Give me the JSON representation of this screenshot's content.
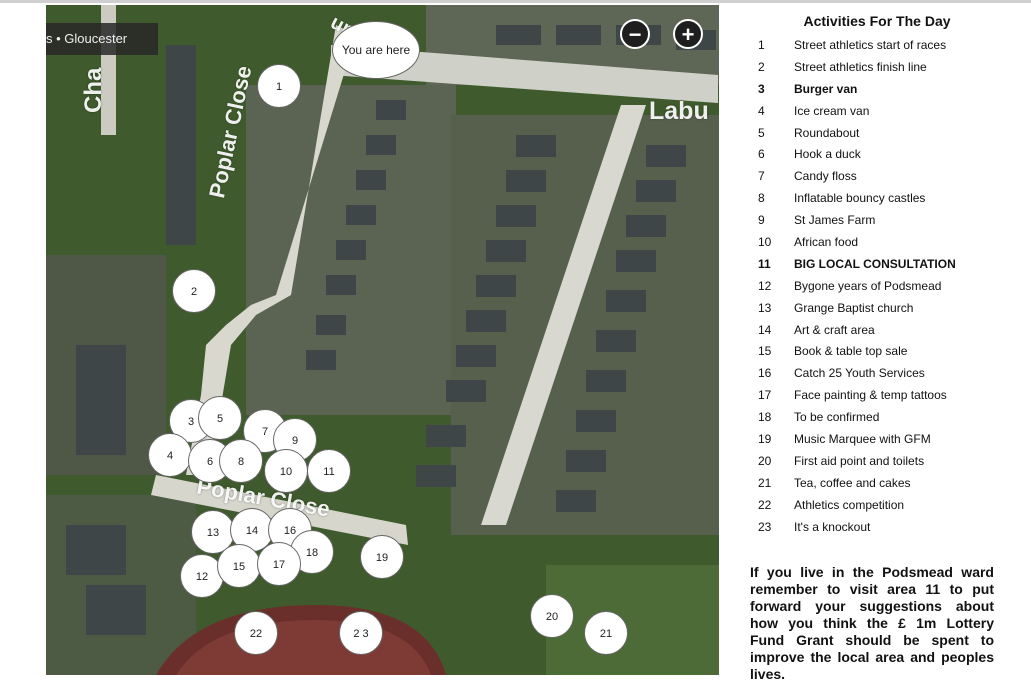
{
  "map": {
    "location_label": "s • Gloucester",
    "zoom_out_label": "−",
    "zoom_in_label": "+",
    "you_are_here": "You are here",
    "street_labels": [
      {
        "text": "Poplar Close",
        "name": "street-label-poplar-close-vertical"
      },
      {
        "text": "Poplar Close",
        "name": "street-label-poplar-close-horizontal"
      },
      {
        "text": "Labu",
        "name": "street-label-labu"
      },
      {
        "text": "Cha",
        "name": "street-label-cha"
      },
      {
        "text": "um",
        "name": "street-label-um"
      }
    ],
    "markers": [
      "1",
      "2",
      "3",
      "5",
      "7",
      "9",
      "4",
      "6",
      "8",
      "10",
      "11",
      "13",
      "14",
      "16",
      "18",
      "12",
      "15",
      "17",
      "19",
      "22",
      "2 3",
      "20",
      "21"
    ]
  },
  "panel": {
    "title": "Activities For The Day",
    "activities": [
      {
        "num": "1",
        "label": "Street athletics start of races",
        "bold": false
      },
      {
        "num": "2",
        "label": "Street athletics finish line",
        "bold": false
      },
      {
        "num": "3",
        "label": "Burger van",
        "bold": true
      },
      {
        "num": "4",
        "label": "Ice cream van",
        "bold": false
      },
      {
        "num": "5",
        "label": "Roundabout",
        "bold": false
      },
      {
        "num": "6",
        "label": "Hook a duck",
        "bold": false
      },
      {
        "num": "7",
        "label": "Candy floss",
        "bold": false
      },
      {
        "num": "8",
        "label": "Inflatable bouncy castles",
        "bold": false
      },
      {
        "num": "9",
        "label": "St James Farm",
        "bold": false
      },
      {
        "num": "10",
        "label": "African food",
        "bold": false
      },
      {
        "num": "11",
        "label": "BIG LOCAL CONSULTATION",
        "bold": true
      },
      {
        "num": "12",
        "label": "Bygone years of Podsmead",
        "bold": false
      },
      {
        "num": "13",
        "label": "Grange Baptist church",
        "bold": false
      },
      {
        "num": "14",
        "label": "Art & craft area",
        "bold": false
      },
      {
        "num": "15",
        "label": "Book & table top sale",
        "bold": false
      },
      {
        "num": "16",
        "label": "Catch 25 Youth Services",
        "bold": false
      },
      {
        "num": "17",
        "label": "Face painting & temp tattoos",
        "bold": false
      },
      {
        "num": "18",
        "label": "To be confirmed",
        "bold": false
      },
      {
        "num": "19",
        "label": "Music Marquee with GFM",
        "bold": false
      },
      {
        "num": "20",
        "label": "First aid point and toilets",
        "bold": false
      },
      {
        "num": "21",
        "label": "Tea, coffee and cakes",
        "bold": false
      },
      {
        "num": "22",
        "label": "Athletics competition",
        "bold": false
      },
      {
        "num": "23",
        "label": "It's a knockout",
        "bold": false
      }
    ],
    "note": "If you live in the Podsmead ward remember to visit area 11 to put forward your suggestions about how you think the £ 1m Lottery Fund Grant should be spent to improve the local area and peoples lives."
  }
}
